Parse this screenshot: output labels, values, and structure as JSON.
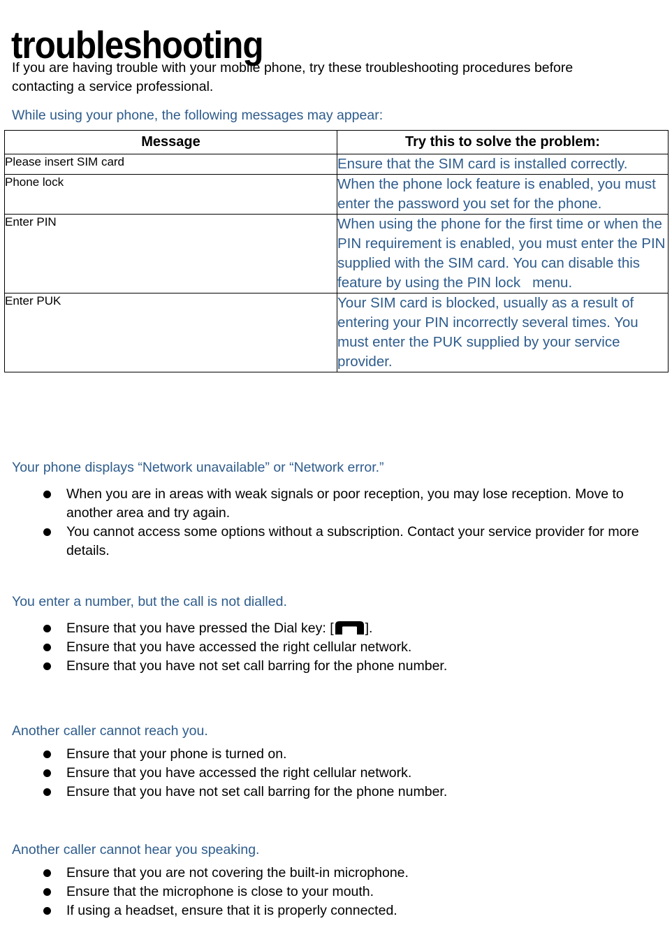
{
  "document": {
    "title": "troubleshooting",
    "intro": "If you are having trouble with your mobile phone, try these troubleshooting procedures before contacting a service professional."
  },
  "colors": {
    "heading_blue": "#2e5c8c",
    "body_black": "#000000",
    "table_border": "#000000",
    "page_background": "#ffffff"
  },
  "messages_section": {
    "heading": "While using your phone, the following messages may appear:",
    "table": {
      "columns": [
        "Message",
        "Try this to solve the problem:"
      ],
      "rows": [
        {
          "message": "Please insert SIM card",
          "solution": "Ensure that the SIM card is installed correctly."
        },
        {
          "message": "Phone lock",
          "solution": "When the phone lock feature is enabled, you must enter the password you set for the phone."
        },
        {
          "message": "Enter PIN",
          "solution": "When using the phone for the first time or when the PIN requirement is enabled, you must enter the PIN supplied with the SIM card. You can disable this feature by using the PIN lock   menu."
        },
        {
          "message": "Enter PUK",
          "solution": "Your SIM card is blocked, usually as a result of entering your PIN incorrectly several times. You must enter the PUK supplied by your service provider."
        }
      ]
    }
  },
  "sections": [
    {
      "heading": "Your phone displays “Network unavailable” or “Network error.”",
      "bullets": [
        "When you are in areas with weak signals or poor reception, you may lose reception. Move to another area and try again.",
        "You cannot access some options without a subscription. Contact your service provider for more details."
      ]
    },
    {
      "heading": "You enter a number, but the call is not dialled.",
      "bullets": [
        {
          "text_before": "Ensure that you have pressed the Dial key: [",
          "icon": "dial-key-icon",
          "text_after": "]."
        },
        "Ensure that you have accessed the right cellular network.",
        "Ensure that you have not set call barring for the phone number."
      ]
    },
    {
      "heading": "Another caller cannot reach you.",
      "bullets": [
        "Ensure that your phone is turned on.",
        "Ensure that you have accessed the right cellular network.",
        "Ensure that you have not set call barring for the phone number."
      ]
    },
    {
      "heading": "Another caller cannot hear you speaking.",
      "bullets": [
        "Ensure that you are not covering the built-in microphone.",
        "Ensure that the microphone is close to your mouth.",
        "If using a headset, ensure that it is properly connected."
      ]
    }
  ]
}
